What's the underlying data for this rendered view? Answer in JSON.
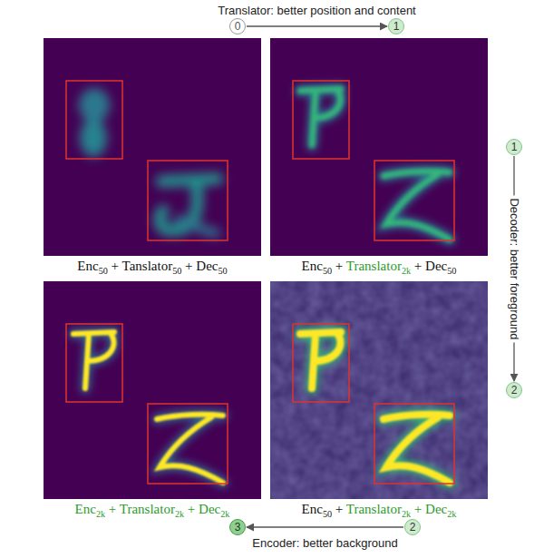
{
  "diagram": {
    "nodes": [
      {
        "text": [
          "0"
        ]
      },
      {
        "text": [
          "1"
        ]
      },
      {
        "text": [
          "Enc50 + Tanslator50 + Dec50"
        ]
      },
      {
        "text": [
          "Enc50 + Translator2k + Dec50"
        ]
      },
      {
        "text": [
          "1"
        ]
      },
      {
        "text": [
          "2"
        ]
      },
      {
        "text": [
          "Enc2k + Translator2k + Dec2k"
        ]
      },
      {
        "text": [
          "Enc50 + Translator2k + Dec2k"
        ]
      },
      {
        "text": [
          "3"
        ]
      },
      {
        "text": [
          "2"
        ]
      }
    ],
    "edges": [
      {
        "from": 0,
        "to": 1,
        "arrow": "to",
        "label": "Translator: better position and content"
      },
      {
        "from": 4,
        "to": 5,
        "arrow": "to",
        "label": "Decoder: better foreground"
      },
      {
        "from": 9,
        "to": 8,
        "arrow": "to",
        "label": "Encoder: better background"
      }
    ]
  }
}
